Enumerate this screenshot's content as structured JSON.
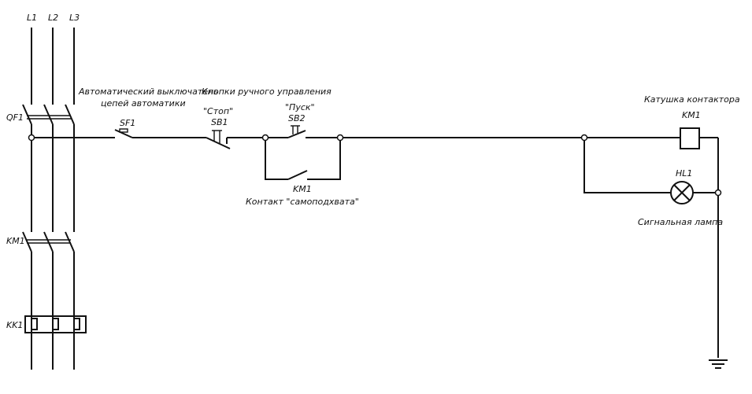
{
  "phases": [
    "L1",
    "L2",
    "L3"
  ],
  "qf1": {
    "label": "QF1"
  },
  "km1_power": {
    "label": "KM1"
  },
  "kk1": {
    "label": "KK1"
  },
  "sf1": {
    "title_line1": "Автоматический выключатель",
    "title_line2": "цепей автоматики",
    "label": "SF1"
  },
  "buttons": {
    "title": "Кнопки ручного управления",
    "stop_name": "\"Стоп\"",
    "stop_label": "SB1",
    "start_name": "\"Пуск\"",
    "start_label": "SB2"
  },
  "self_hold": {
    "label": "KM1",
    "caption": "Контакт \"самоподхвата\""
  },
  "coil": {
    "caption": "Катушка контактора",
    "label": "KM1"
  },
  "lamp": {
    "label": "HL1",
    "caption": "Сигнальная лампа"
  }
}
